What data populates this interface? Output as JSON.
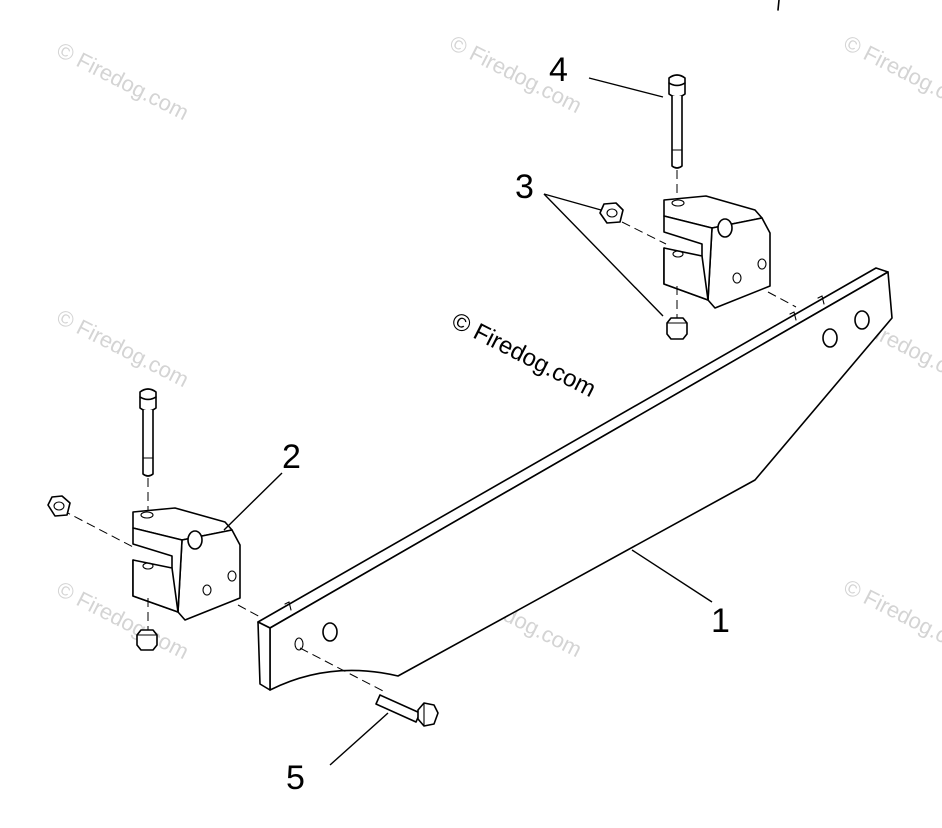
{
  "watermark": {
    "text": "© Firedog.com",
    "center_text": "© Firedog.com"
  },
  "callouts": {
    "part_1": "1",
    "part_2": "2",
    "part_3": "3",
    "part_4": "4",
    "part_5": "5"
  },
  "icons": {
    "bracket": "mounting-bracket-icon",
    "bolt": "hex-bolt-icon",
    "nut": "hex-nut-icon",
    "plate": "frame-plate-icon"
  }
}
